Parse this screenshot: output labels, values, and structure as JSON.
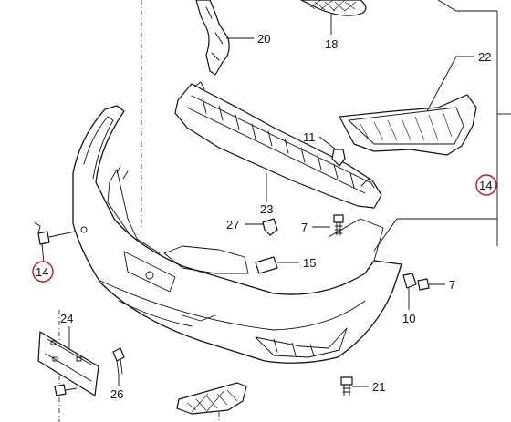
{
  "diagram": {
    "callouts": {
      "grille_lower_right": "18",
      "bracket_center": "20",
      "grille_right": "22",
      "carrier": "23",
      "plate_holder": "24",
      "screw_plate": "26",
      "clip_tow": "27",
      "cap_tow": "15",
      "nut_11": "11",
      "bolt_7a": "7",
      "bolt_7b": "7",
      "bolt_10": "10",
      "bolt_21": "21",
      "ref_left": "14",
      "ref_right": "14"
    }
  }
}
